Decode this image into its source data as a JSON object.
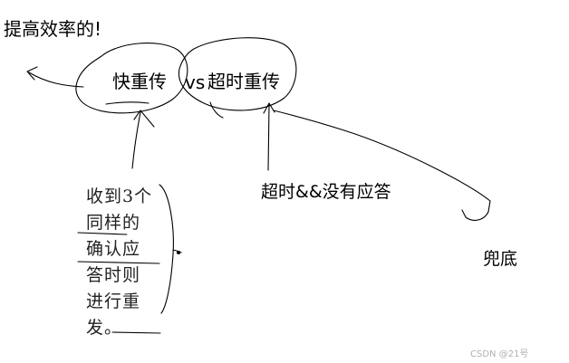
{
  "annotations": {
    "efficiency": "提高效率的!",
    "term_fast": "快重传",
    "versus": "vs",
    "term_timeout": "超时重传",
    "timeout_condition": "超时&&没有应答",
    "fallback": "兜底"
  },
  "fast_retransmit_note": {
    "lines": [
      "收到3个",
      "同样的",
      "确认应",
      "答时则",
      "进行重",
      "发。"
    ]
  },
  "watermark": "CSDN @21号",
  "colors": {
    "ink": "#000000",
    "note_text": "#222222",
    "watermark": "#b0b0b0"
  }
}
